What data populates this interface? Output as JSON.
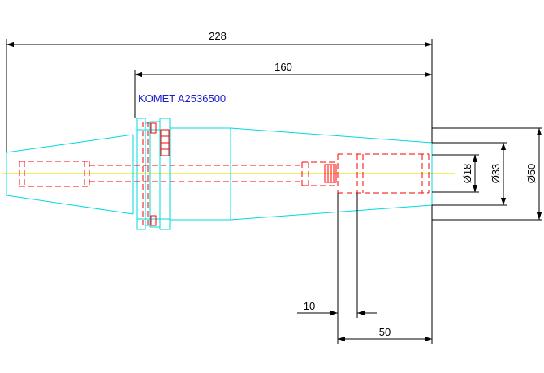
{
  "label": "KOMET A2536500",
  "dimensions": {
    "overall_length": "228",
    "body_length": "160",
    "offset_10": "10",
    "length_50": "50",
    "dia_18": "Ø18",
    "dia_33": "Ø33",
    "dia_50": "Ø50"
  },
  "colors": {
    "outline": "#00d8e0",
    "hidden": "#ff0000",
    "centerline": "#e8e800",
    "dimension": "#000000",
    "label": "#1a1acc"
  }
}
